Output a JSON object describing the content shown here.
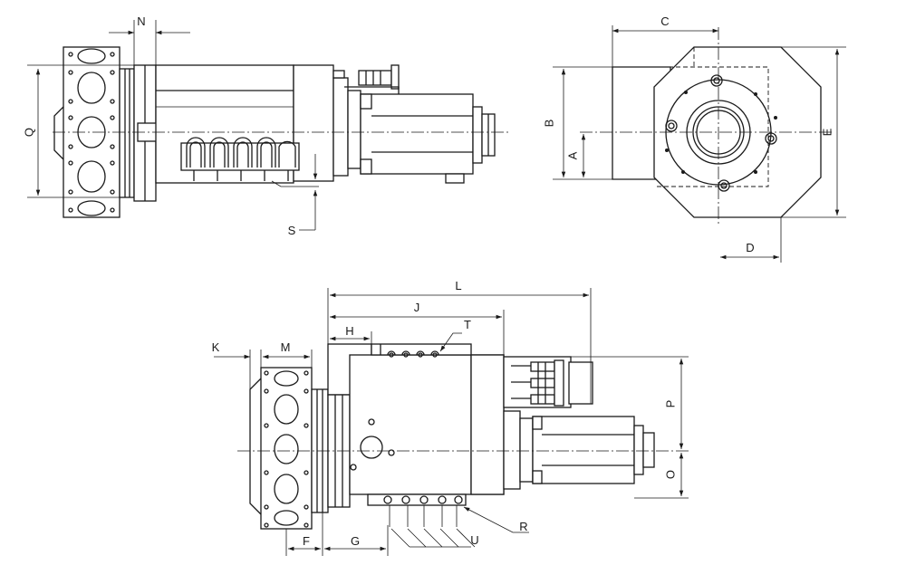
{
  "labels": {
    "A": "A",
    "B": "B",
    "C": "C",
    "D": "D",
    "E": "E",
    "F": "F",
    "G": "G",
    "H": "H",
    "J": "J",
    "K": "K",
    "L": "L",
    "M": "M",
    "N": "N",
    "O": "O",
    "P": "P",
    "Q": "Q",
    "R": "R",
    "S": "S",
    "T": "T",
    "U": "U"
  }
}
